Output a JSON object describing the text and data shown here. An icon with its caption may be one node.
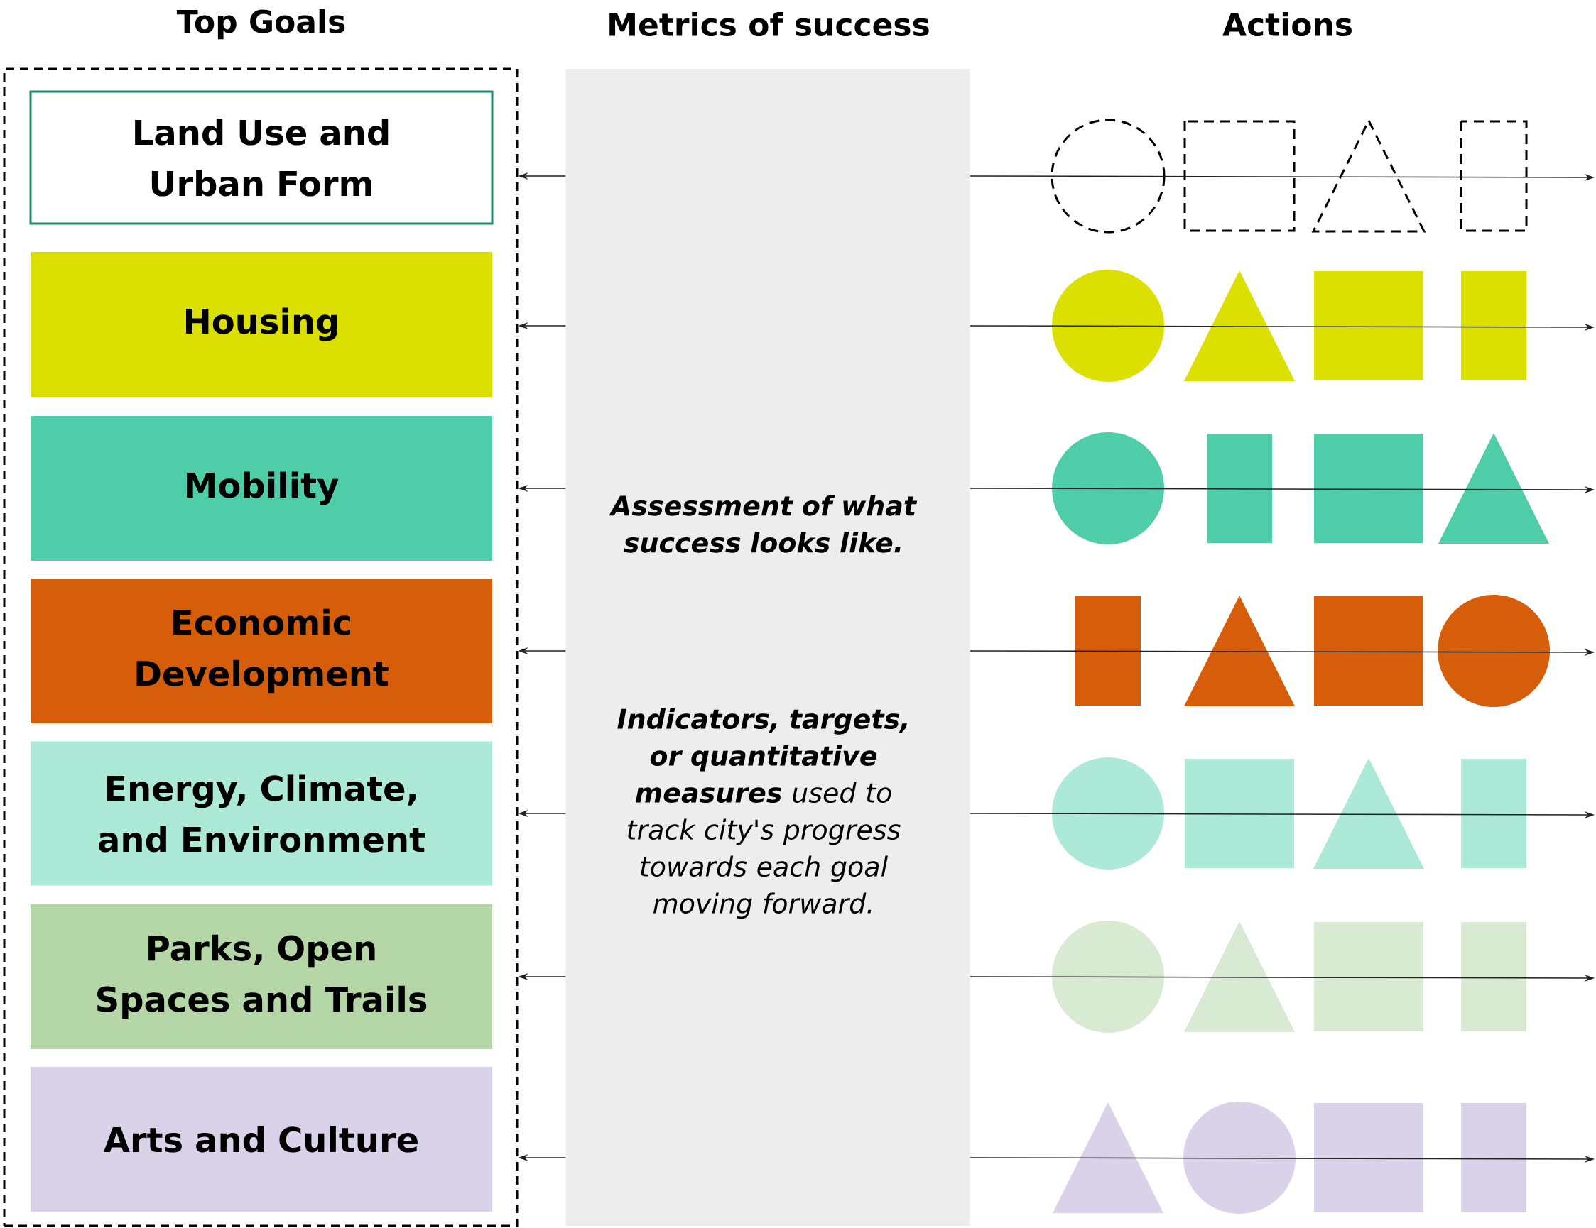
{
  "diagram": {
    "nodes": [
      {
        "text": [
          "Top Goals"
        ]
      },
      {
        "text": [
          "Land Use and Urban Form"
        ],
        "in": 0
      },
      {
        "text": [
          "Housing"
        ],
        "in": 0
      },
      {
        "text": [
          "Mobility"
        ],
        "in": 0
      },
      {
        "text": [
          "Economic Development"
        ],
        "in": 0
      },
      {
        "text": [
          "Energy, Climate, and Environment"
        ],
        "in": 0
      },
      {
        "text": [
          "Parks, Open Spaces and Trails"
        ],
        "in": 0
      },
      {
        "text": [
          "Arts and Culture"
        ],
        "in": 0
      },
      {
        "text": [
          "Metrics of success",
          "Assessment of what success looks like.",
          "**Indicators, targets, or quantitative measures** used to track city's progress towards each goal moving forward."
        ]
      }
    ],
    "edges": [
      {
        "from": 8,
        "to": 0,
        "arrow": "to"
      },
      {
        "from": 8,
        "to": 0,
        "arrow": "to"
      },
      {
        "from": 8,
        "to": 0,
        "arrow": "to"
      },
      {
        "from": 8,
        "to": 0,
        "arrow": "to"
      },
      {
        "from": 8,
        "to": 0,
        "arrow": "to"
      },
      {
        "from": 8,
        "to": 0,
        "arrow": "to"
      },
      {
        "from": 8,
        "to": 0,
        "arrow": "to"
      },
      {
        "from": 8,
        "to": null,
        "arrow": "to"
      },
      {
        "from": 8,
        "to": null,
        "arrow": "to"
      },
      {
        "from": 8,
        "to": null,
        "arrow": "to"
      },
      {
        "from": 8,
        "to": null,
        "arrow": "to"
      },
      {
        "from": 8,
        "to": null,
        "arrow": "to"
      },
      {
        "from": 8,
        "to": null,
        "arrow": "to"
      },
      {
        "from": 8,
        "to": null,
        "arrow": "to"
      }
    ],
    "labels": [
      "Actions"
    ]
  }
}
